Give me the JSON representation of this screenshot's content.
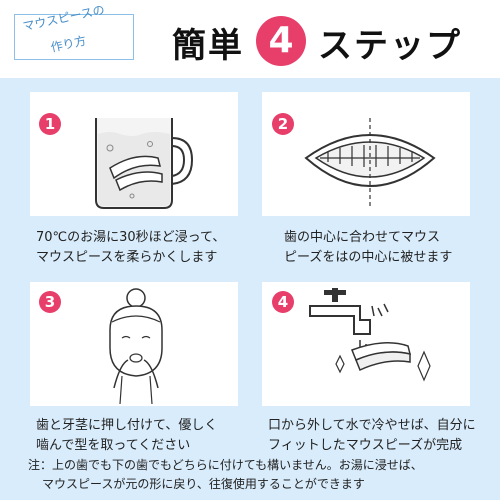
{
  "header": {
    "badge_line1": "マウスピースの",
    "badge_line2": "作り方",
    "title_left": "簡単",
    "title_number": "4",
    "title_right": "ステップ"
  },
  "steps": [
    {
      "number": "1",
      "line1": "70℃のお湯に30秒ほど浸って、",
      "line2": "マウスピースを柔らかくします",
      "icon": "mug-icon"
    },
    {
      "number": "2",
      "line1": "歯の中心に合わせてマウス",
      "line2": "ピーズをはの中心に被せます",
      "icon": "teeth-icon"
    },
    {
      "number": "3",
      "line1": "歯と牙茎に押し付けて、優しく",
      "line2": "嚙んで型を取ってください",
      "icon": "woman-face-icon"
    },
    {
      "number": "4",
      "line1": "口から外して水で冷やせば、自分に",
      "line2": "フィットしたマウスピーズが完成",
      "icon": "faucet-icon"
    }
  ],
  "note": {
    "line1": "注：上の歯でも下の歯でもどちらに付けても構いません。お湯に浸せば、",
    "line2": "マウスピースが元の形に戻り、往復使用することができます"
  },
  "colors": {
    "accent": "#e73e6a",
    "background": "#d9ecfb",
    "badge": "#4a8fc8"
  }
}
